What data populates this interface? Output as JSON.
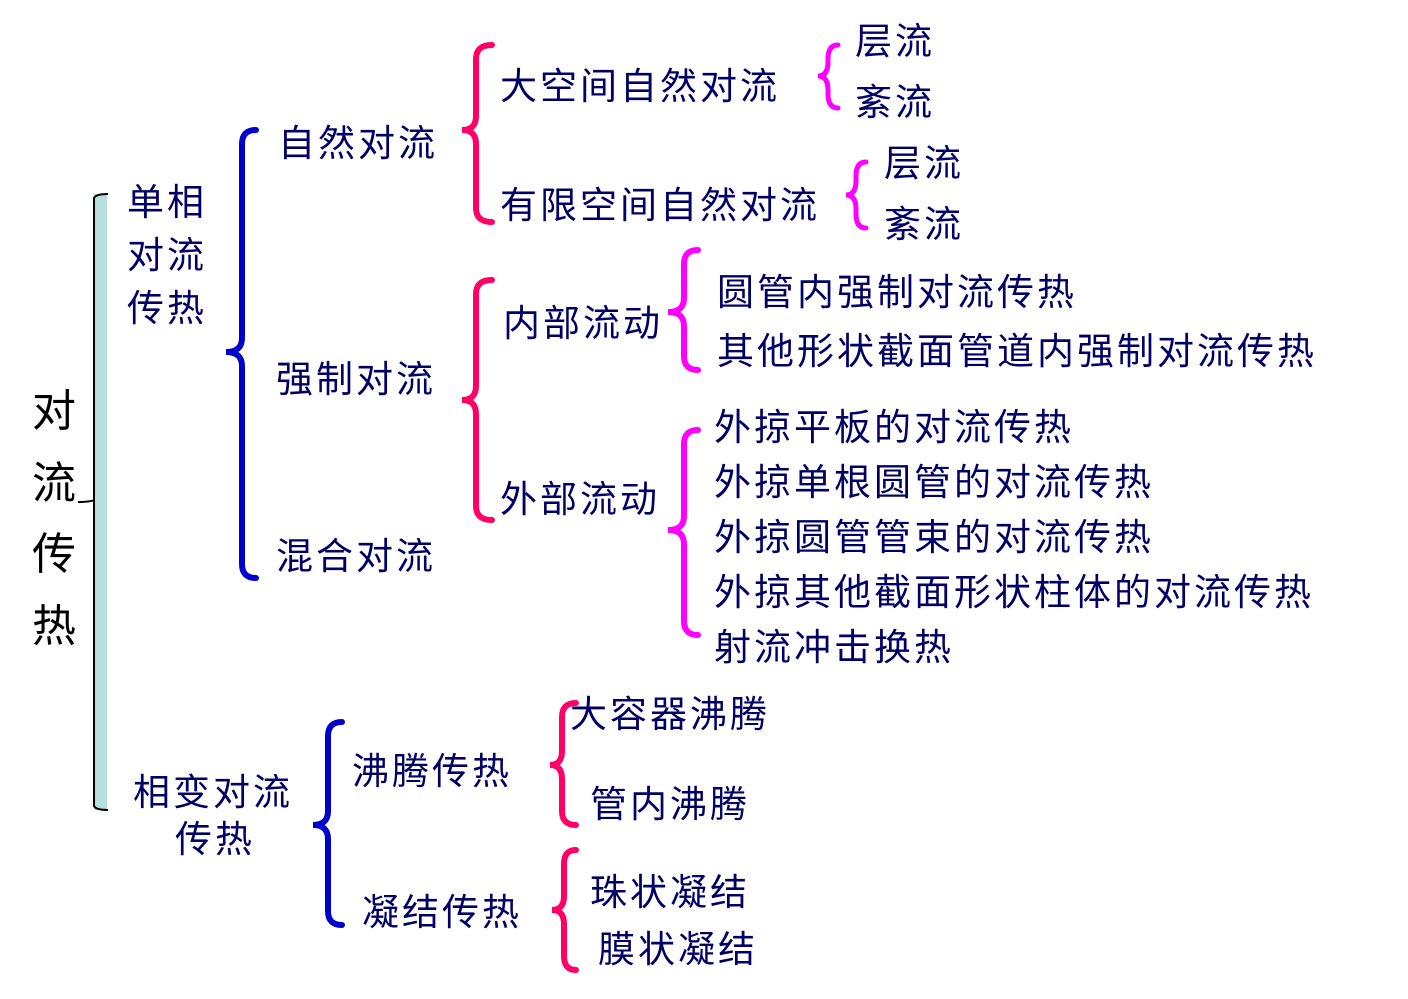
{
  "root": {
    "chars": [
      "对",
      "流",
      "传",
      "热"
    ]
  },
  "single_phase": {
    "label_lines": [
      "单相",
      "对流",
      "传热"
    ],
    "natural": {
      "label": "自然对流",
      "large_space": {
        "label": "大空间自然对流",
        "children": [
          "层流",
          "紊流"
        ]
      },
      "confined_space": {
        "label": "有限空间自然对流",
        "children": [
          "层流",
          "紊流"
        ]
      }
    },
    "forced": {
      "label": "强制对流",
      "internal": {
        "label": "内部流动",
        "children": [
          "圆管内强制对流传热",
          "其他形状截面管道内强制对流传热"
        ]
      },
      "external": {
        "label": "外部流动",
        "children": [
          "外掠平板的对流传热",
          "外掠单根圆管的对流传热",
          "外掠圆管管束的对流传热",
          "外掠其他截面形状柱体的对流传热",
          "射流冲击换热"
        ]
      }
    },
    "mixed": {
      "label": "混合对流"
    }
  },
  "phase_change": {
    "label_lines": [
      "相变对流",
      "传热"
    ],
    "boiling": {
      "label": "沸腾传热",
      "children": [
        "大容器沸腾",
        "管内沸腾"
      ]
    },
    "condensation": {
      "label": "凝结传热",
      "children": [
        "珠状凝结",
        "膜状凝结"
      ]
    }
  },
  "colors": {
    "text": "#000066",
    "blue_brace": "#0000CC",
    "crimson_brace": "#FF0066",
    "magenta_brace": "#FF00FF",
    "root_bar": "#B8DEDE"
  }
}
